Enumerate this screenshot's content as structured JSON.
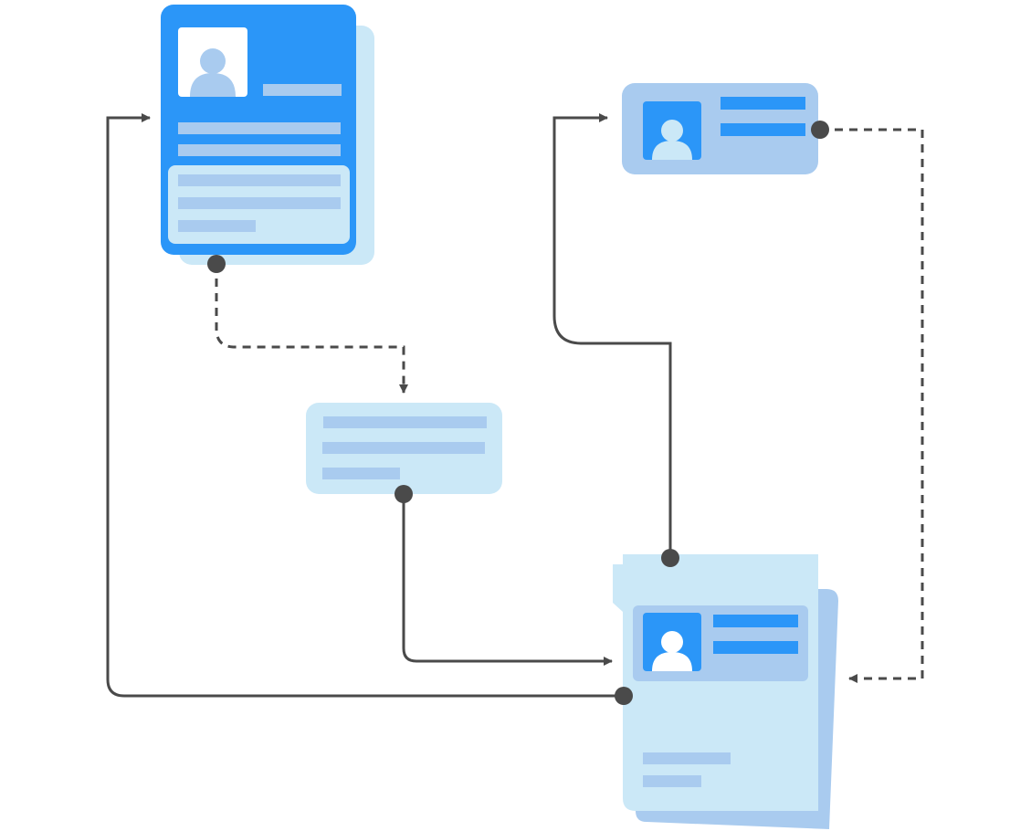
{
  "colors": {
    "background": "#ffffff",
    "primary_blue": "#2b96f8",
    "light_blue": "#cbe8f7",
    "mid_blue": "#a9cbef",
    "white": "#ffffff",
    "connector": "#4a4a4a"
  },
  "nodes": [
    {
      "id": "profile-document",
      "kind": "document",
      "icon": "person-icon"
    },
    {
      "id": "id-card",
      "kind": "card",
      "icon": "person-icon"
    },
    {
      "id": "note-card",
      "kind": "card",
      "icon": "text-lines-icon"
    },
    {
      "id": "merged-document",
      "kind": "document",
      "icon": "person-icon"
    }
  ],
  "edges": [
    {
      "from": "profile-document",
      "to": "note-card",
      "style": "dashed"
    },
    {
      "from": "note-card",
      "to": "merged-document",
      "style": "solid"
    },
    {
      "from": "merged-document",
      "to": "profile-document",
      "style": "solid"
    },
    {
      "from": "merged-document",
      "to": "id-card",
      "style": "solid"
    },
    {
      "from": "id-card",
      "to": "merged-document",
      "style": "dashed"
    }
  ]
}
